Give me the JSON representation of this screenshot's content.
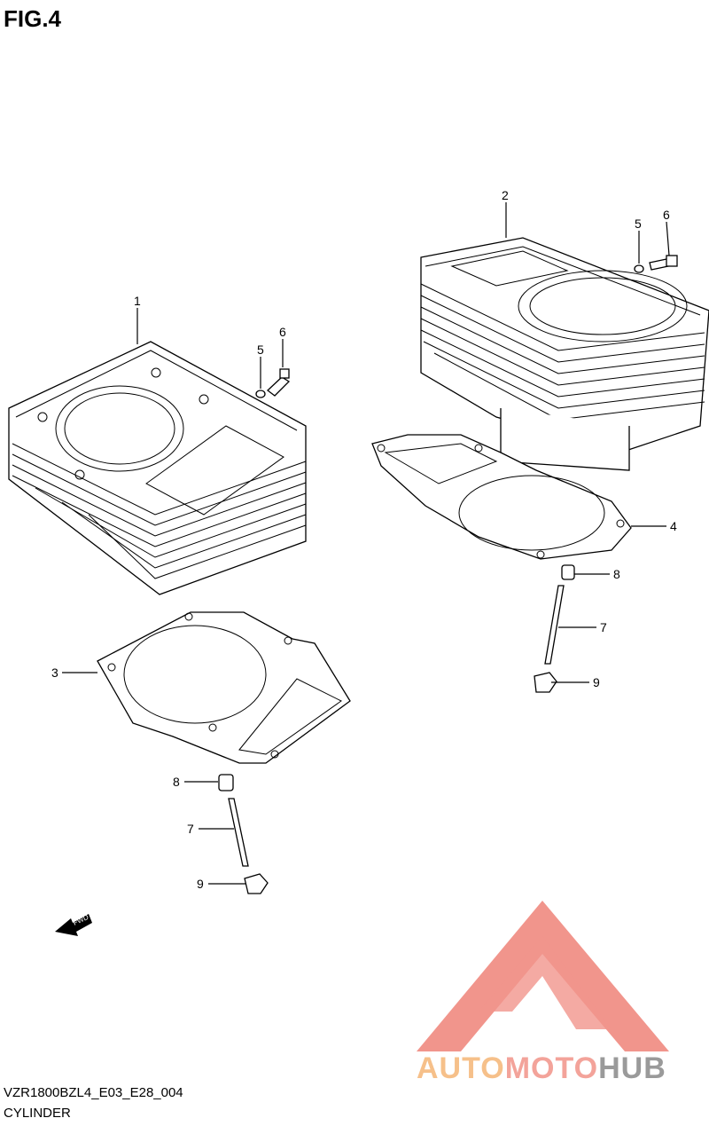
{
  "figure": {
    "title": "FIG.4"
  },
  "callouts": {
    "c1": "1",
    "c2": "2",
    "c3": "3",
    "c4": "4",
    "c5a": "5",
    "c5b": "5",
    "c6a": "6",
    "c6b": "6",
    "c7a": "7",
    "c7b": "7",
    "c8a": "8",
    "c8b": "8",
    "c9a": "9",
    "c9b": "9"
  },
  "fwd_label": "FWD",
  "footer": {
    "code": "VZR1800BZL4_E03_E28_004",
    "description": "CYLINDER"
  },
  "watermark": {
    "part1": "AUTO",
    "part2": "MOTO",
    "part3": "HUB",
    "colors": {
      "part1": "#f6c08a",
      "part2": "#f3a39a",
      "part3": "#9a9a9a",
      "triangle": "#f08a80"
    }
  }
}
